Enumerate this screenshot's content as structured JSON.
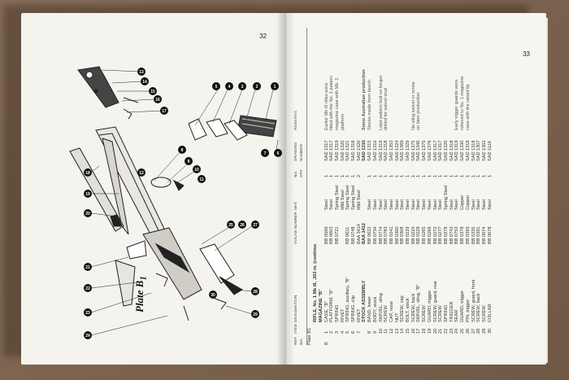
{
  "left_page": {
    "page_number": "32",
    "plate_label": "Plate B",
    "plate_subscript": "1",
    "callouts": [
      "13",
      "14",
      "15",
      "16",
      "17",
      "1",
      "2",
      "3",
      "4",
      "5",
      "6",
      "7",
      "8",
      "9",
      "10",
      "11",
      "12",
      "18",
      "19",
      "20",
      "21",
      "22",
      "23",
      "24",
      "25",
      "26",
      "27",
      "28",
      "29",
      "30"
    ]
  },
  "right_page": {
    "page_number": "33",
    "headers": [
      "REF. NO.",
      "ITEM",
      "DESIGNATION",
      "VOCAB NUMBER",
      "MAT.",
      "NO. OFF",
      "DRAWING NUMBER",
      "REMARKS"
    ],
    "plate_ref": "Plate B1",
    "rows": [
      {
        "ref": "",
        "item": "",
        "des": "RIFLE, No. 1 Mk III, .303 in. (continued)",
        "vocab": "",
        "mat": "",
        "qty": "",
        "draw": "",
        "rem": "",
        "sub": true
      },
      {
        "ref": "",
        "item": "",
        "des": "MAGAZINE \"B\"",
        "vocab": "",
        "mat": "",
        "qty": "",
        "draw": "",
        "rem": "",
        "sub": true
      },
      {
        "ref": "B",
        "item": "1",
        "des": "CASE, \"B\"",
        "vocab": "BB 0589",
        "mat": "Steel",
        "qty": "1",
        "draw": "SAD 1317",
        "rem": "Earlier Mk III rifles were"
      },
      {
        "ref": "",
        "item": "2",
        "des": "PLATFORM, \"B\"",
        "vocab": "BB 0603",
        "mat": "Steel",
        "qty": "1",
        "draw": "SAD 1317",
        "rem": "fitted with the No. 1 pattern"
      },
      {
        "ref": "",
        "item": "3",
        "des": "SPRING",
        "vocab": "BB 0721",
        "mat": "Spring Steel",
        "qty": "1",
        "draw": "SAD 1319",
        "rem": "magazine case with Mk. 2"
      },
      {
        "ref": "",
        "item": "4",
        "des": "RIVET",
        "vocab": "",
        "mat": "Mild Steel",
        "qty": "1",
        "draw": "SAD 1320",
        "rem": "platform"
      },
      {
        "ref": "",
        "item": "5",
        "des": "SPRING, auxiliary, \"B\"",
        "vocab": "BB 0611",
        "mat": "Spring Steel",
        "qty": "1",
        "draw": "SAD 1321",
        "rem": ""
      },
      {
        "ref": "",
        "item": "6",
        "des": "SPRING, clip",
        "vocab": "BB 0748",
        "mat": "Spring Steel",
        "qty": "1",
        "draw": "SAD 1318",
        "rem": ""
      },
      {
        "ref": "",
        "item": "7",
        "des": "RIVET",
        "vocab": "BAA 3414",
        "mat": "Mild Steel",
        "qty": "2",
        "draw": "SAD 1320",
        "rem": ""
      },
      {
        "ref": "",
        "item": "",
        "des": "STOCK ASSEMBLY",
        "vocab": "BAA 3412",
        "mat": "",
        "qty": "",
        "draw": "SAD 1316",
        "rem": "Some Australian production",
        "sub": true
      },
      {
        "ref": "",
        "item": "8",
        "des": "BAND, lower",
        "vocab": "BB 0622",
        "mat": "Steel",
        "qty": "1",
        "draw": "SAD 1315",
        "rem": "Stocks made from beech"
      },
      {
        "ref": "",
        "item": "9",
        "des": "BODY, stock",
        "vocab": "BB 0734",
        "mat": "Steel",
        "qty": "1",
        "draw": "SAD 1310",
        "rem": ""
      },
      {
        "ref": "",
        "item": "10",
        "des": "SWIVEL, sling",
        "vocab": "BB 0774",
        "mat": "Steel",
        "qty": "1",
        "draw": "SAD 1319",
        "rem": "Later pattern butt no longer"
      },
      {
        "ref": "",
        "item": "11",
        "des": "SCREW",
        "vocab": "BB 0783",
        "mat": "Steel",
        "qty": "1",
        "draw": "SAD 1318",
        "rem": "drilled for swivel stud"
      },
      {
        "ref": "",
        "item": "12",
        "des": "CAP, nose",
        "vocab": "BB 0241",
        "mat": "Steel",
        "qty": "1",
        "draw": "SAD 1353",
        "rem": ""
      },
      {
        "ref": "",
        "item": "13",
        "des": "NUT",
        "vocab": "BB 0300",
        "mat": "Steel",
        "qty": "1",
        "draw": "SAD 1324",
        "rem": ""
      },
      {
        "ref": "",
        "item": "14",
        "des": "SCREW, cap",
        "vocab": "BB 0308",
        "mat": "Steel",
        "qty": "1",
        "draw": "SAD 1369",
        "rem": ""
      },
      {
        "ref": "",
        "item": "15",
        "des": "BOLT, stock",
        "vocab": "BB 0229",
        "mat": "Steel",
        "qty": "1",
        "draw": "SAD 1329",
        "rem": ""
      },
      {
        "ref": "",
        "item": "16",
        "des": "SCREW, back",
        "vocab": "BB 0224",
        "mat": "Steel",
        "qty": "1",
        "draw": "SAD 1375",
        "rem": "No sling swivel or screw"
      },
      {
        "ref": "",
        "item": "17",
        "des": "SWIVEL, sling, \"B\"",
        "vocab": "BB 0229",
        "mat": "Steel",
        "qty": "1",
        "draw": "SAD 1340",
        "rem": "on later production"
      },
      {
        "ref": "",
        "item": "18",
        "des": "SCREW",
        "vocab": "BB 0265",
        "mat": "Steel",
        "qty": "1",
        "draw": "SAD 1375",
        "rem": ""
      },
      {
        "ref": "",
        "item": "19",
        "des": "GUARD, trigger",
        "vocab": "BB 0268",
        "mat": "Steel",
        "qty": "1",
        "draw": "SAD 1376",
        "rem": ""
      },
      {
        "ref": "",
        "item": "20",
        "des": "SCREW, guard, rear",
        "vocab": "BB 0272",
        "mat": "Steel",
        "qty": "1",
        "draw": "SAD 1317",
        "rem": ""
      },
      {
        "ref": "",
        "item": "21",
        "des": "SCREW",
        "vocab": "BB 0277",
        "mat": "Steel",
        "qty": "1",
        "draw": "SAD 1317",
        "rem": ""
      },
      {
        "ref": "",
        "item": "22",
        "des": "SPRING",
        "vocab": "BB 0278",
        "mat": "Spring Steel",
        "qty": "1",
        "draw": "SAD 1320",
        "rem": ""
      },
      {
        "ref": "",
        "item": "23",
        "des": "TRIGGER",
        "vocab": "BB 0743",
        "mat": "Steel",
        "qty": "1",
        "draw": "SAD 1318",
        "rem": ""
      },
      {
        "ref": "",
        "item": "24",
        "des": "SEAR",
        "vocab": "BB 0753",
        "mat": "Steel",
        "qty": "1",
        "draw": "SAD 1319",
        "rem": "Early trigger guards were"
      },
      {
        "ref": "",
        "item": "25",
        "des": "GUARD, trigger",
        "vocab": "BB 0378",
        "mat": "Copper",
        "qty": "1",
        "draw": "SAD 1330",
        "rem": "relieved to No. 1 magazine"
      },
      {
        "ref": "",
        "item": "26",
        "des": "PIN, trigger",
        "vocab": "BB 0393",
        "mat": "Copper",
        "qty": "1",
        "draw": "SAD 1318",
        "rem": "case with the raised lip"
      },
      {
        "ref": "",
        "item": "27",
        "des": "SCREW, guard, front",
        "vocab": "BB 0335",
        "mat": "Steel",
        "qty": "1",
        "draw": "SAD 1318",
        "rem": ""
      },
      {
        "ref": "",
        "item": "28",
        "des": "SCREW, back",
        "vocab": "BB 0391",
        "mat": "Steel",
        "qty": "1",
        "draw": "SAD 1307",
        "rem": ""
      },
      {
        "ref": "",
        "item": "29",
        "des": "SCREW",
        "vocab": "BB 0674",
        "mat": "Steel",
        "qty": "1",
        "draw": "SAD 1302",
        "rem": ""
      },
      {
        "ref": "",
        "item": "30",
        "des": "COLLAR",
        "vocab": "BB 0678",
        "mat": "Steel",
        "qty": "1",
        "draw": "SAD 1119",
        "rem": ""
      }
    ]
  }
}
